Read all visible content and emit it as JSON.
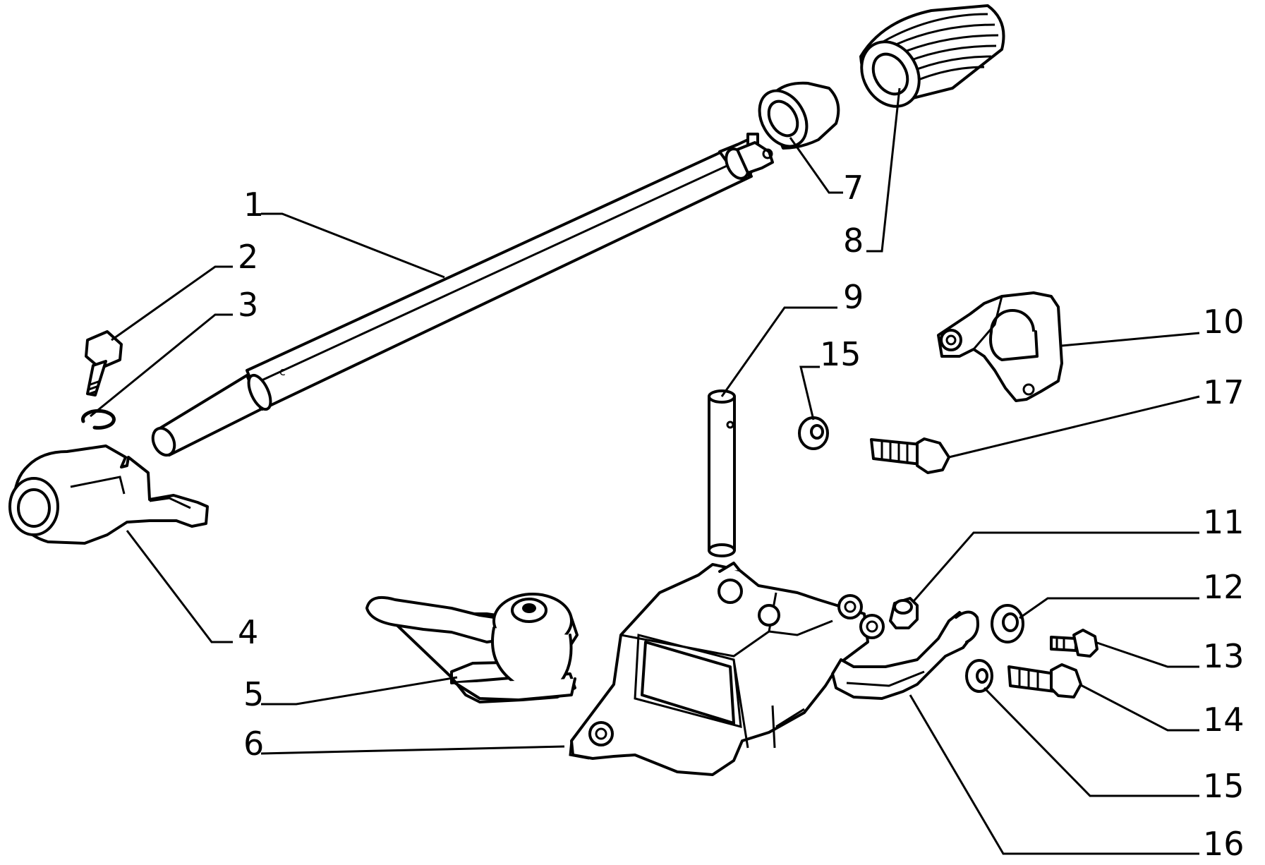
{
  "diagram": {
    "callouts": [
      {
        "id": "1",
        "label": "1"
      },
      {
        "id": "2",
        "label": "2"
      },
      {
        "id": "3",
        "label": "3"
      },
      {
        "id": "4",
        "label": "4"
      },
      {
        "id": "5",
        "label": "5"
      },
      {
        "id": "6",
        "label": "6"
      },
      {
        "id": "7",
        "label": "7"
      },
      {
        "id": "8",
        "label": "8"
      },
      {
        "id": "9",
        "label": "9"
      },
      {
        "id": "10",
        "label": "10"
      },
      {
        "id": "15a",
        "label": "15"
      },
      {
        "id": "17",
        "label": "17"
      },
      {
        "id": "11",
        "label": "11"
      },
      {
        "id": "12",
        "label": "12"
      },
      {
        "id": "13",
        "label": "13"
      },
      {
        "id": "14",
        "label": "14"
      },
      {
        "id": "15b",
        "label": "15"
      },
      {
        "id": "16",
        "label": "16"
      }
    ]
  }
}
